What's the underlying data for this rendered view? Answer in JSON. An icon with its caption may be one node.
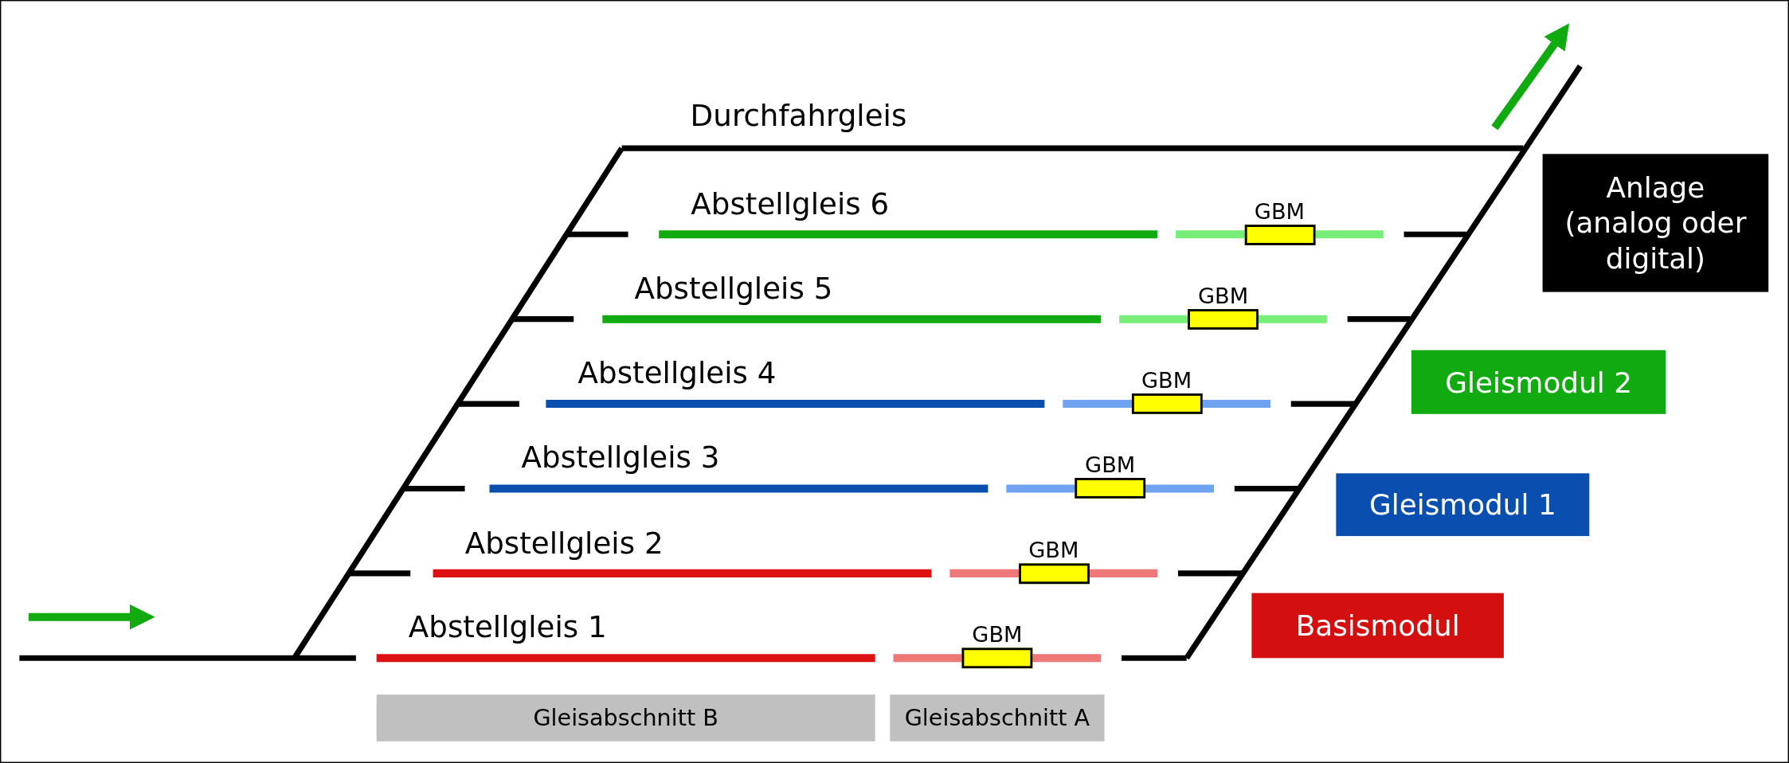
{
  "diagram": {
    "nodes": [
      {
        "text": [
          "Anlage (analog oder digital)"
        ]
      },
      {
        "text": [
          "GBM"
        ]
      },
      {
        "text": [
          "GBM"
        ]
      },
      {
        "text": [
          "Gleismodul 2"
        ]
      },
      {
        "text": [
          "GBM"
        ]
      },
      {
        "text": [
          "GBM"
        ]
      },
      {
        "text": [
          "Gleismodul 1"
        ]
      },
      {
        "text": [
          "GBM"
        ]
      },
      {
        "text": [
          "GBM"
        ]
      },
      {
        "text": [
          "Basismodul"
        ]
      },
      {
        "text": [
          "Gleisabschnitt B"
        ]
      },
      {
        "text": [
          "Gleisabschnitt A"
        ]
      }
    ],
    "labels": [
      "Durchfahrgleis",
      "Abstellgleis 6",
      "Abstellgleis 5",
      "Abstellgleis 4",
      "Abstellgleis 3",
      "Abstellgleis 2",
      "Abstellgleis 1"
    ]
  }
}
